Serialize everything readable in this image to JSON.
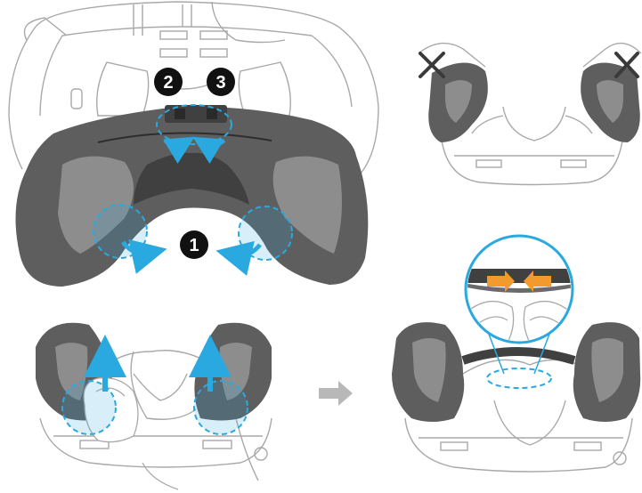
{
  "steps": [
    {
      "label": "1"
    },
    {
      "label": "2"
    },
    {
      "label": "3"
    }
  ],
  "colors": {
    "pad": "#5e5e5e",
    "pad_light": "#8d8d8d",
    "pad_dark": "#404040",
    "outline": "#8a8a8a",
    "line_art": "#a9a9a9",
    "highlight_blue": "#29a9e0",
    "arrow_blue": "#29a9e0",
    "arrow_orange": "#f29a2e",
    "arrow_gray": "#b8b8b8",
    "badge": "#111111",
    "badge_text": "#ffffff",
    "cross": "#3a3a3a"
  },
  "icons": {
    "not_allowed": "cross-icon",
    "next_step": "right-arrow-icon",
    "remove_direction": "curved-arrow-icon",
    "lift_direction": "up-arrow-icon",
    "attach_direction": "down-arrow-icon"
  },
  "panels": [
    {
      "id": "remove-face-cushion"
    },
    {
      "id": "incorrect-attachment"
    },
    {
      "id": "lift-cushion-edges"
    },
    {
      "id": "attached-face-cushion"
    }
  ]
}
